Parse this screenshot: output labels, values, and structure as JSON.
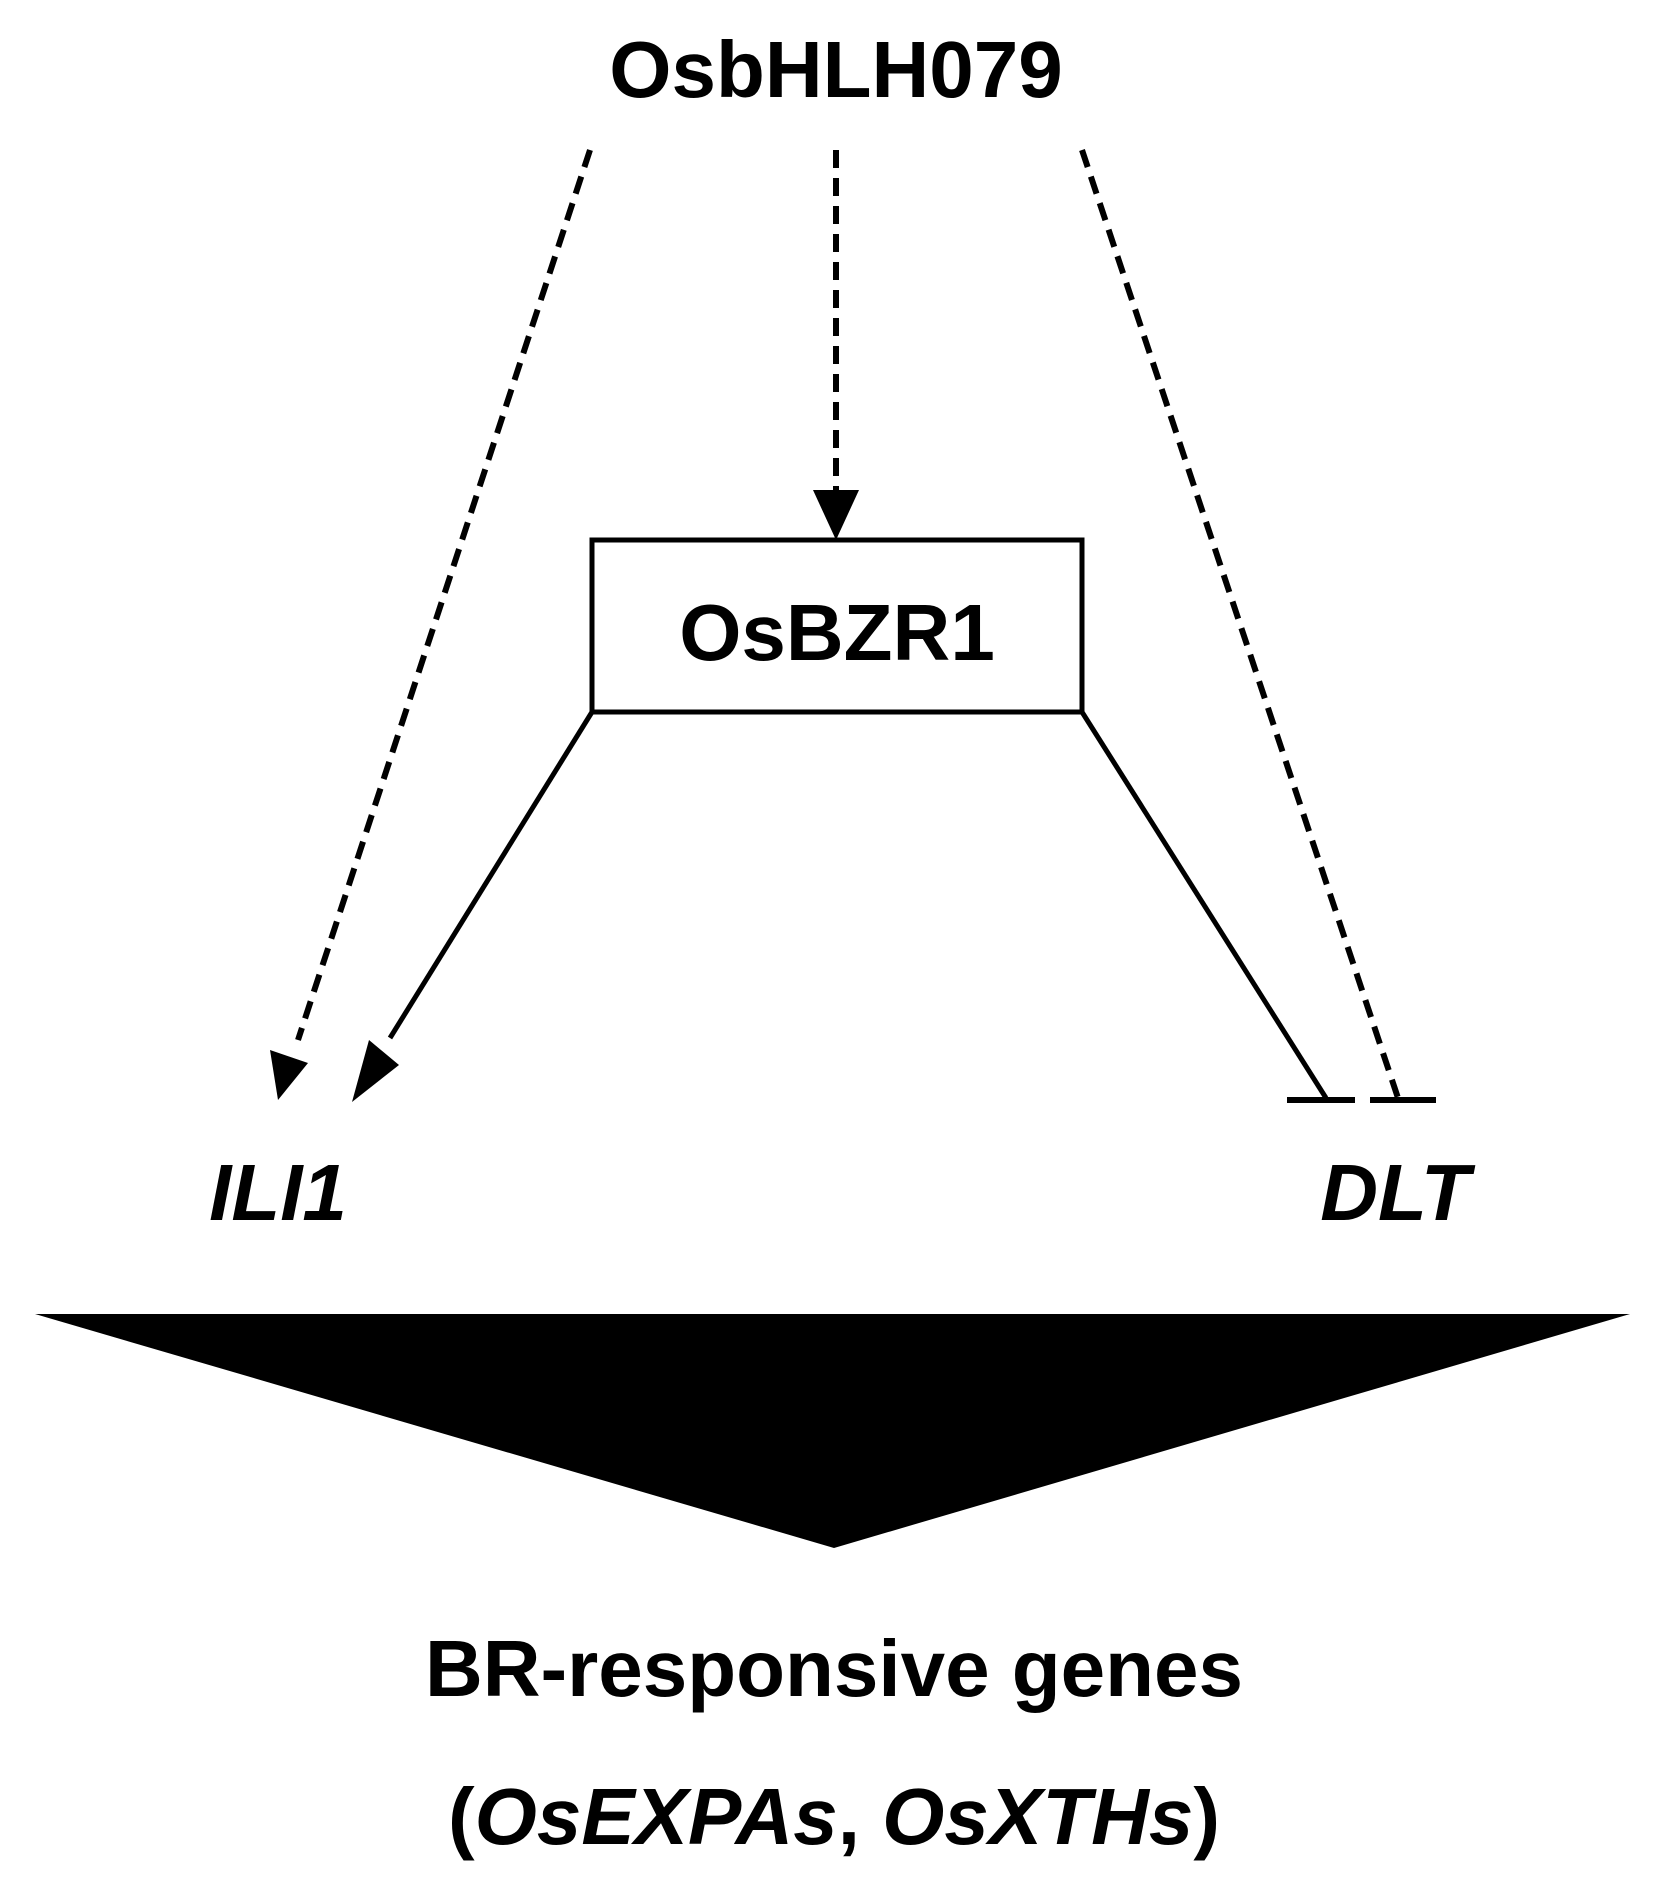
{
  "nodes": {
    "top": "OsbHLH079",
    "center": "OsBZR1",
    "left": "ILI1",
    "right": "DLT"
  },
  "output": {
    "line1": "BR-responsive genes",
    "paren_open": "(",
    "gene1": "OsEXPAs",
    "separator": ", ",
    "gene2": "OsXTHs",
    "paren_close": ")"
  },
  "colors": {
    "ink": "#000000",
    "background": "#ffffff"
  }
}
